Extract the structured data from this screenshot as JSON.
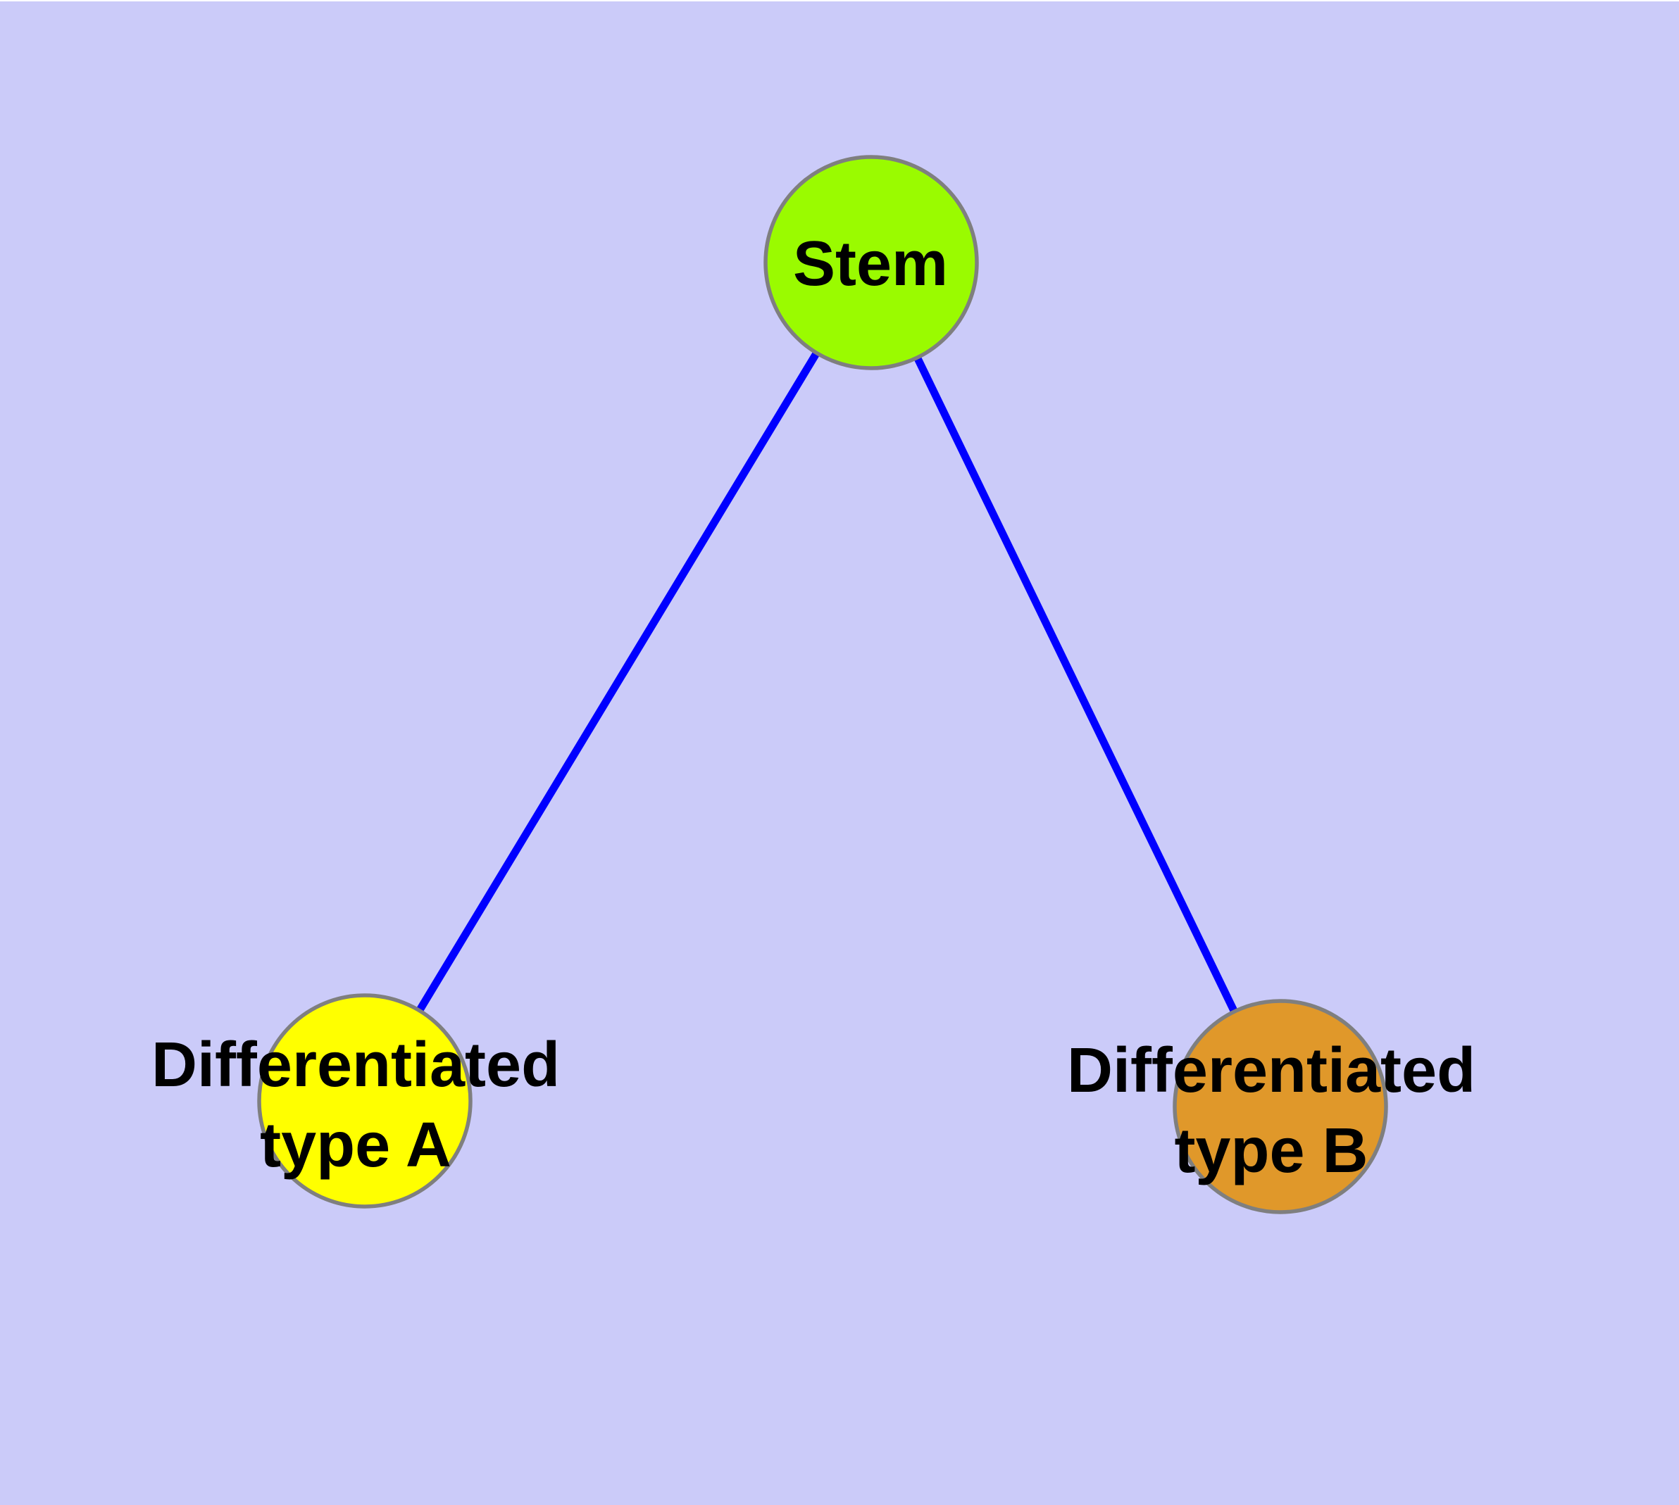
{
  "graph": {
    "background_color": "#CBCBF9",
    "top_margin_color": "#FFFFFF",
    "edge_color": "#0000FF",
    "node_border_color": "#7F7F7F",
    "label_color": "#000000",
    "nodes": [
      {
        "id": "stem",
        "label": "Stem",
        "fill_color": "#9AFB00"
      },
      {
        "id": "differentiated-type-a",
        "label": "Differentiated\ntype A",
        "fill_color": "#FFFF00"
      },
      {
        "id": "differentiated-type-b",
        "label": "Differentiated\ntype B",
        "fill_color": "#E0982A"
      }
    ],
    "edges": [
      {
        "from": "stem",
        "to": "differentiated-type-a"
      },
      {
        "from": "stem",
        "to": "differentiated-type-b"
      }
    ]
  }
}
